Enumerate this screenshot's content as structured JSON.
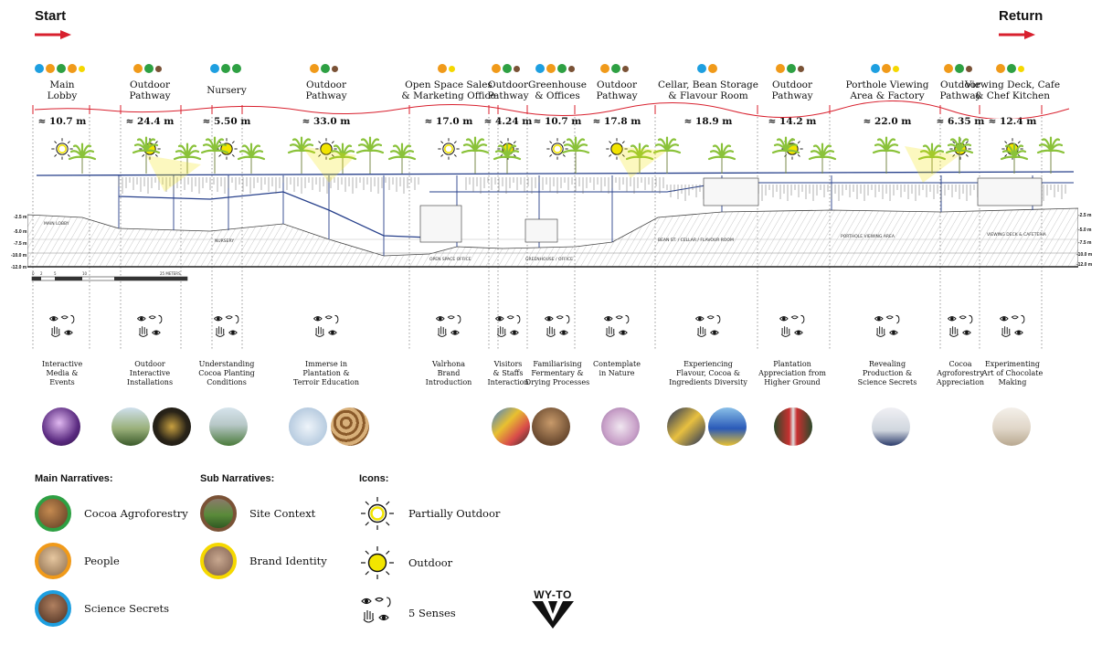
{
  "header": {
    "start": "Start",
    "return": "Return"
  },
  "colors": {
    "green": "#2ea043",
    "orange": "#f09a1a",
    "blue": "#1e9fe0",
    "brown": "#7a5236",
    "yellow": "#f5d800",
    "red": "#d8202e",
    "structure": "#27408b",
    "sun": "#f2e500"
  },
  "spaces": [
    {
      "title": "Main\nLobby",
      "dots": [
        "blue",
        "orange",
        "green",
        "orange",
        "yellow"
      ],
      "measure": "≈ 10.7 m",
      "icon": "partially-outdoor-icon",
      "activity": "Interactive\nMedia &\nEvents",
      "photos": [
        "purple-media-photo"
      ]
    },
    {
      "title": "Outdoor\nPathway",
      "dots": [
        "orange",
        "green",
        "brown"
      ],
      "measure": "≈ 24.4 m",
      "icon": "outdoor-sun-icon",
      "activity": "Outdoor\nInteractive\nInstallations",
      "photos": [
        "trees-photo",
        "dark-installation-photo"
      ]
    },
    {
      "title": "Nursery",
      "dots": [
        "blue",
        "green",
        "green"
      ],
      "measure": "≈ 5.50 m",
      "icon": "outdoor-sun-icon",
      "activity": "Understanding\nCocoa Planting\nConditions",
      "photos": [
        "nursery-photo"
      ]
    },
    {
      "title": "Outdoor\nPathway",
      "dots": [
        "orange",
        "green",
        "brown"
      ],
      "measure": "≈ 33.0 m",
      "icon": "outdoor-sun-icon",
      "activity": "Immerse in\nPlantation &\nTerroir Education",
      "photos": [
        "sky-photo",
        "cocoa-beans-photo"
      ]
    },
    {
      "title": "Open Space Sales\n& Marketing Office",
      "dots": [
        "orange",
        "yellow"
      ],
      "measure": "≈ 17.0 m",
      "icon": "partially-outdoor-icon",
      "activity": "Valrhona\nBrand\nIntroduction",
      "photos": []
    },
    {
      "title": "Outdoor\nPathway",
      "dots": [
        "orange",
        "green",
        "brown"
      ],
      "measure": "≈ 4.24 m",
      "icon": "outdoor-sun-icon",
      "activity": "Visitors\n& Staffs\nInteraction",
      "photos": [
        "colorful-seats-photo"
      ]
    },
    {
      "title": "Greenhouse\n& Offices",
      "dots": [
        "blue",
        "orange",
        "green",
        "brown"
      ],
      "measure": "≈ 10.7 m",
      "icon": "partially-outdoor-icon",
      "activity": "Familiarising\nFermentary &\nDrying Processes",
      "photos": [
        "workshop-photo"
      ]
    },
    {
      "title": "Outdoor\nPathway",
      "dots": [
        "orange",
        "green",
        "brown"
      ],
      "measure": "≈ 17.8 m",
      "icon": "outdoor-sun-icon",
      "activity": "Contemplate\nin Nature",
      "photos": [
        "hammock-photo"
      ]
    },
    {
      "title": "Cellar, Bean Storage\n& Flavour Room",
      "dots": [
        "blue",
        "orange"
      ],
      "measure": "≈ 18.9 m",
      "icon": "none",
      "activity": "Experiencing\nFlavour, Cocoa &\nIngredients Diversity",
      "photos": [
        "flavour-room-photo",
        "blue-house-photo"
      ]
    },
    {
      "title": "Outdoor\nPathway",
      "dots": [
        "orange",
        "green",
        "brown"
      ],
      "measure": "≈ 14.2 m",
      "icon": "outdoor-sun-icon",
      "activity": "Plantation\nAppreciation from\nHigher Ground",
      "photos": [
        "red-frame-photo"
      ]
    },
    {
      "title": "Porthole Viewing\nArea & Factory",
      "dots": [
        "blue",
        "orange",
        "yellow"
      ],
      "measure": "≈ 22.0 m",
      "icon": "none",
      "activity": "Revealing\nProduction &\nScience Secrets",
      "photos": [
        "factory-photo"
      ]
    },
    {
      "title": "Outdoor\nPathway",
      "dots": [
        "orange",
        "green",
        "brown"
      ],
      "measure": "≈ 6.35 m",
      "icon": "outdoor-sun-icon",
      "activity": "Cocoa\nAgroforestry\nAppreciation",
      "photos": []
    },
    {
      "title": "Viewing Deck, Cafe\n& Chef Kitchen",
      "dots": [
        "orange",
        "green",
        "yellow"
      ],
      "measure": "≈ 12.4 m",
      "icon": "outdoor-sun-icon",
      "activity": "Experimenting\nArt of Chocolate\nMaking",
      "photos": [
        "kitchen-photo"
      ]
    }
  ],
  "section": {
    "depth_left": [
      "-2.5 m",
      "-5.0 m",
      "-7.5 m",
      "-10.0 m",
      "-12.0 m"
    ],
    "depth_right": [
      "-2.5 m",
      "-5.0 m",
      "-7.5 m",
      "-10.0 m",
      "-12.0 m"
    ],
    "sketch_labels": [
      "MAIN LOBBY",
      "NURSERY",
      "OPEN SPACE OFFICE",
      "GREENHOUSE / OFFICE",
      "BEAN ST. / CELLAR / FLAVOUR ROOM",
      "PORTHOLE VIEWING AREA",
      "VIEWING DECK & CAFETERIA"
    ],
    "scale_labels": [
      "0",
      "2",
      "5",
      "10",
      "25 METERS"
    ]
  },
  "legend": {
    "main_title": "Main Narratives:",
    "main": [
      {
        "label": "Cocoa Agroforestry",
        "color": "green"
      },
      {
        "label": "People",
        "color": "orange"
      },
      {
        "label": "Science Secrets",
        "color": "blue"
      }
    ],
    "sub_title": "Sub Narratives:",
    "sub": [
      {
        "label": "Site Context",
        "color": "brown"
      },
      {
        "label": "Brand Identity",
        "color": "yellow"
      }
    ],
    "icons_title": "Icons:",
    "icons": [
      {
        "label": "Partially Outdoor",
        "icon": "partially-outdoor-icon"
      },
      {
        "label": "Outdoor",
        "icon": "outdoor-sun-icon"
      },
      {
        "label": "5 Senses",
        "icon": "five-senses-icon"
      }
    ]
  },
  "logo": {
    "text": "WY-TO"
  }
}
